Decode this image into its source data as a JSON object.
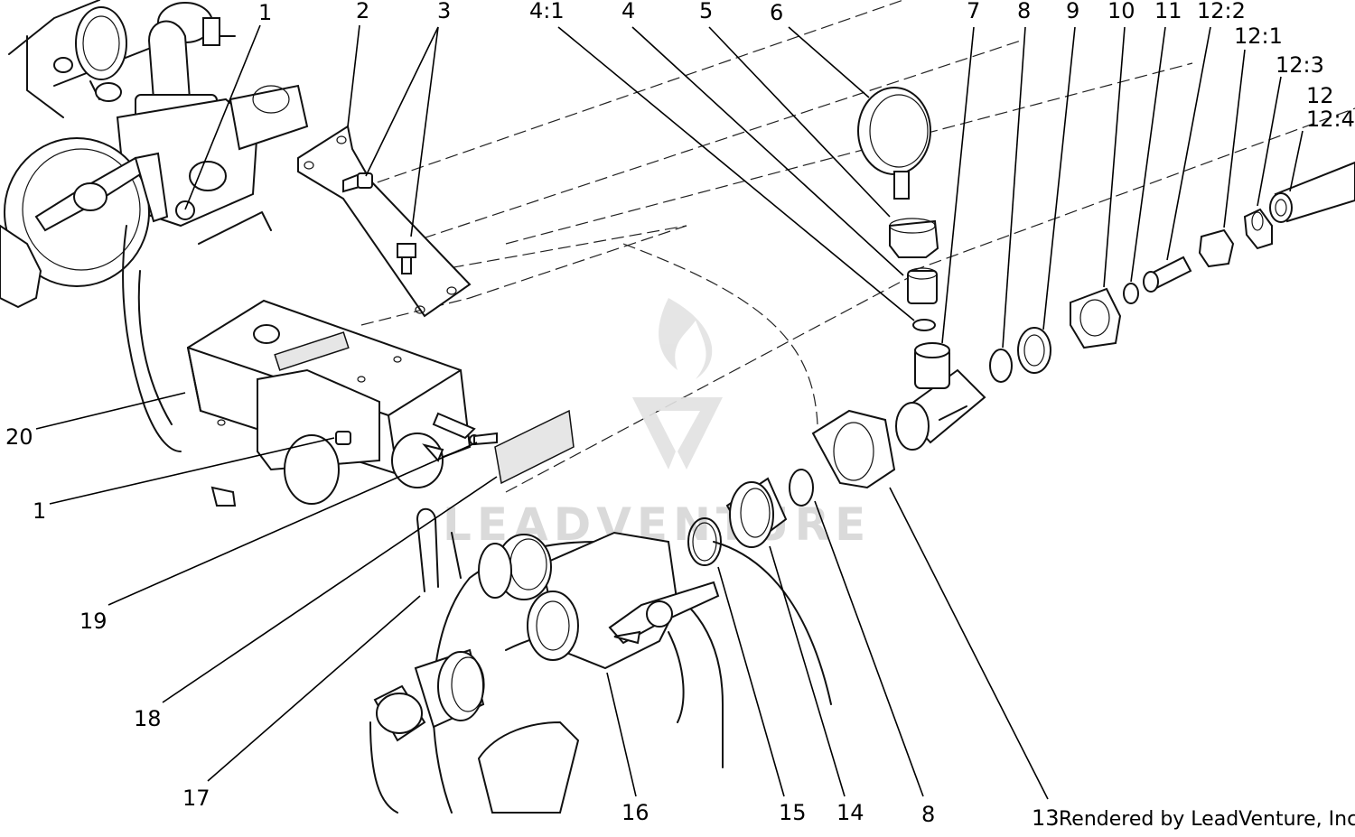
{
  "callouts": [
    {
      "id": "c1a",
      "label": "1"
    },
    {
      "id": "c2",
      "label": "2"
    },
    {
      "id": "c3",
      "label": "3"
    },
    {
      "id": "c41",
      "label": "4:1"
    },
    {
      "id": "c4",
      "label": "4"
    },
    {
      "id": "c5",
      "label": "5"
    },
    {
      "id": "c6",
      "label": "6"
    },
    {
      "id": "c7",
      "label": "7"
    },
    {
      "id": "c8a",
      "label": "8"
    },
    {
      "id": "c9",
      "label": "9"
    },
    {
      "id": "c10",
      "label": "10"
    },
    {
      "id": "c11",
      "label": "11"
    },
    {
      "id": "c122",
      "label": "12:2"
    },
    {
      "id": "c121",
      "label": "12:1"
    },
    {
      "id": "c123",
      "label": "12:3"
    },
    {
      "id": "c12",
      "label": "12"
    },
    {
      "id": "c124",
      "label": "12:4"
    },
    {
      "id": "c20",
      "label": "20"
    },
    {
      "id": "c1b",
      "label": "1"
    },
    {
      "id": "c19",
      "label": "19"
    },
    {
      "id": "c18",
      "label": "18"
    },
    {
      "id": "c17",
      "label": "17"
    },
    {
      "id": "c16",
      "label": "16"
    },
    {
      "id": "c15",
      "label": "15"
    },
    {
      "id": "c14",
      "label": "14"
    },
    {
      "id": "c8b",
      "label": "8"
    },
    {
      "id": "c13",
      "label": "13"
    }
  ],
  "credit": "Rendered by LeadVenture, Inc.",
  "watermark": "LEADVENTURE"
}
